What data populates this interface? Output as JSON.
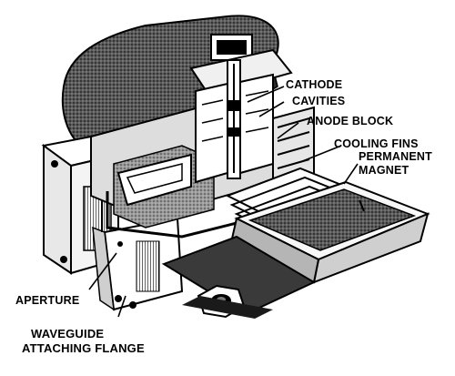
{
  "labels": {
    "cathode": "CATHODE",
    "cavities": "CAVITIES",
    "anode_block": "ANODE BLOCK",
    "cooling_fins": "COOLING FINS",
    "permanent_magnet_line1": "PERMANENT",
    "permanent_magnet_line2": "MAGNET",
    "aperture": "APERTURE",
    "waveguide_line1": "WAVEGUIDE",
    "waveguide_line2": "ATTACHING FLANGE"
  },
  "colors": {
    "ink": "#000000",
    "paper": "#ffffff",
    "shadow": "#1a1a1a",
    "mid_tone": "#6f6f6f",
    "light_tone": "#c9c9c9"
  }
}
